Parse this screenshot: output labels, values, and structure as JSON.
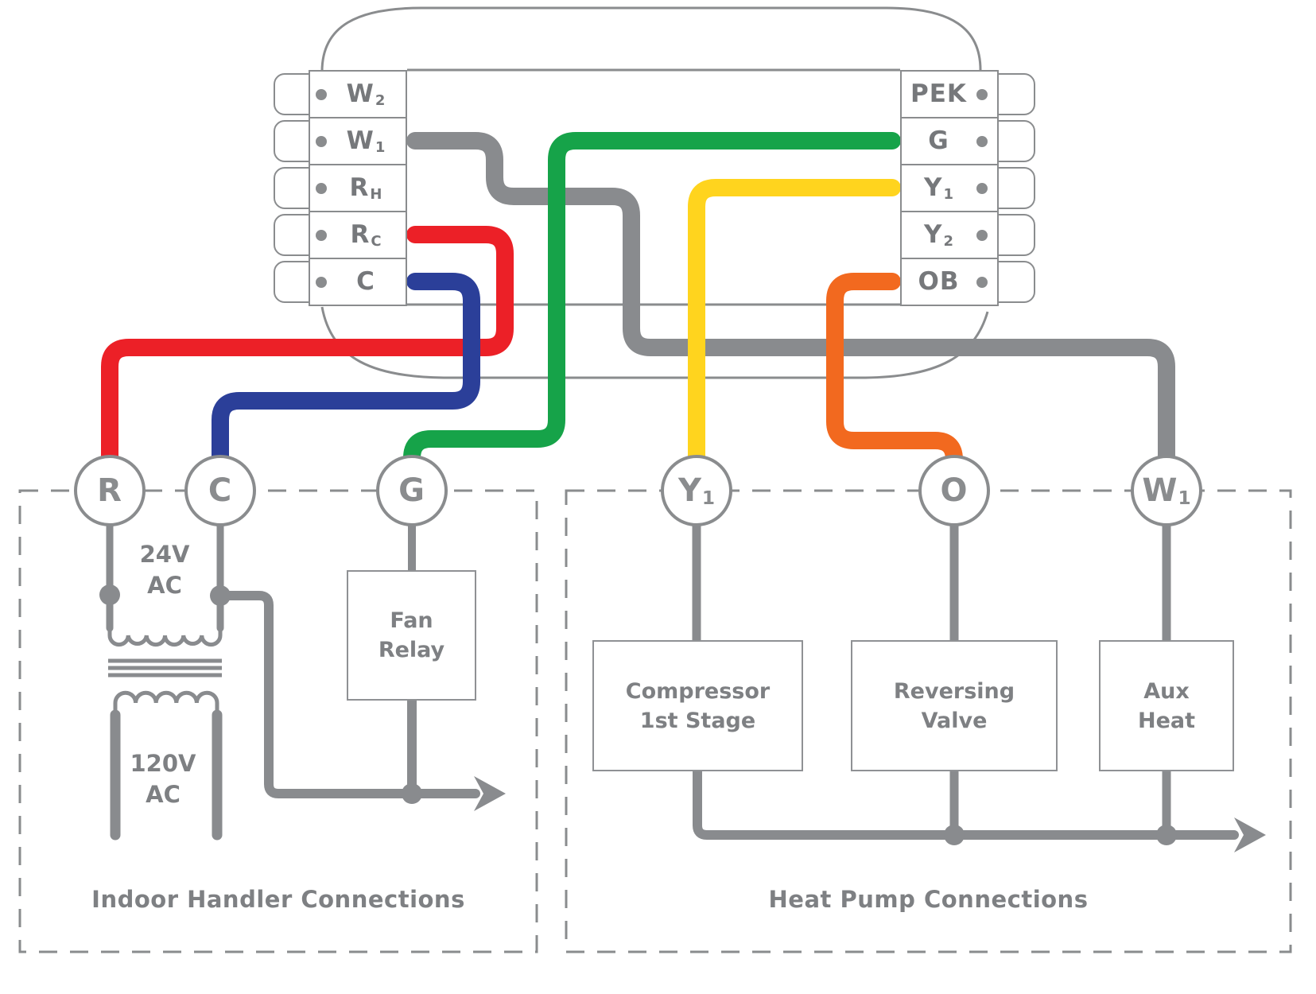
{
  "colors": {
    "red": "#EC2027",
    "blue": "#2B3F99",
    "green": "#16A349",
    "yellow": "#FFD41E",
    "orange": "#F2691F",
    "wire_gray": "#898B8E",
    "outline_gray": "#8A8C8E",
    "text_gray": "#7E8083"
  },
  "thermostat": {
    "left_terminals": [
      {
        "main": "W",
        "sub": "2"
      },
      {
        "main": "W",
        "sub": "1"
      },
      {
        "main": "R",
        "sub": "H"
      },
      {
        "main": "R",
        "sub": "C"
      },
      {
        "main": "C",
        "sub": ""
      }
    ],
    "right_terminals": [
      {
        "main": "PEK",
        "sub": ""
      },
      {
        "main": "G",
        "sub": ""
      },
      {
        "main": "Y",
        "sub": "1"
      },
      {
        "main": "Y",
        "sub": "2"
      },
      {
        "main": "OB",
        "sub": ""
      }
    ]
  },
  "connectors": {
    "r": {
      "main": "R",
      "sub": ""
    },
    "c": {
      "main": "C",
      "sub": ""
    },
    "g": {
      "main": "G",
      "sub": ""
    },
    "y1": {
      "main": "Y",
      "sub": "1"
    },
    "o": {
      "main": "O",
      "sub": ""
    },
    "w1": {
      "main": "W",
      "sub": "1"
    }
  },
  "indoor": {
    "title": "Indoor Handler Connections",
    "transformer_primary": {
      "line1": "24V",
      "line2": "AC"
    },
    "transformer_secondary": {
      "line1": "120V",
      "line2": "AC"
    },
    "fan_relay": {
      "line1": "Fan",
      "line2": "Relay"
    }
  },
  "heat_pump": {
    "title": "Heat Pump Connections",
    "compressor": {
      "line1": "Compressor",
      "line2": "1st Stage"
    },
    "reversing_valve": {
      "line1": "Reversing",
      "line2": "Valve"
    },
    "aux_heat": {
      "line1": "Aux",
      "line2": "Heat"
    }
  }
}
